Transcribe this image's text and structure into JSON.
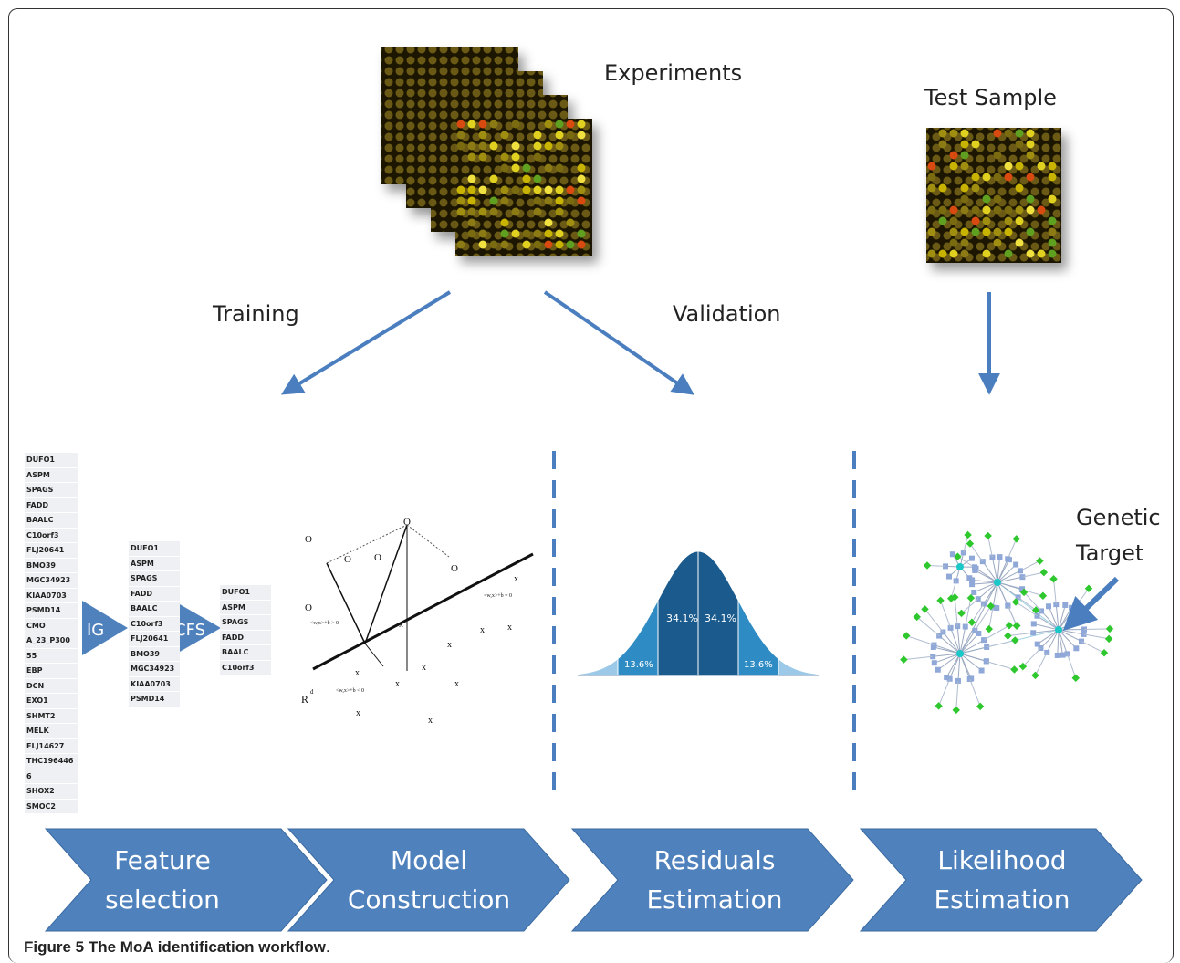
{
  "labels": {
    "experiments": "Experiments",
    "test_sample": "Test Sample",
    "training": "Training",
    "validation": "Validation",
    "genetic_target_1": "Genetic",
    "genetic_target_2": "Target"
  },
  "feature_list_full": [
    "DUFO1",
    "ASPM",
    "SPAGS",
    "FADD",
    "BAALC",
    "C10orf3",
    "FLJ20641",
    "BMO39",
    "MGC34923",
    "KIAA0703",
    "PSMD14",
    "CMO",
    "A_23_P300",
    "55",
    "EBP",
    "DCN",
    "EXO1",
    "SHMT2",
    "MELK",
    "FLJ14627",
    "THC196446",
    "6",
    "SHOX2",
    "SMOC2"
  ],
  "feature_list_ig": [
    "DUFO1",
    "ASPM",
    "SPAGS",
    "FADD",
    "BAALC",
    "C10orf3",
    "FLJ20641",
    "BMO39",
    "MGC34923",
    "KIAA0703",
    "PSMD14"
  ],
  "feature_list_cfs": [
    "DUFO1",
    "ASPM",
    "SPAGS",
    "FADD",
    "BAALC",
    "C10orf3"
  ],
  "filters": {
    "ig": "IG",
    "cfs": "CFS"
  },
  "svm_labels": {
    "r": "R",
    "d": "d",
    "pos": "<w,x>+b > 0",
    "neg": "<w,x>+b < 0",
    "zero": "<w,x>+b = 0"
  },
  "distribution": {
    "center_left": "34.1%",
    "center_right": "34.1%",
    "tail_left": "13.6%",
    "tail_right": "13.6%"
  },
  "steps": [
    {
      "line1": "Feature",
      "line2": "selection"
    },
    {
      "line1": "Model",
      "line2": "Construction"
    },
    {
      "line1": "Residuals",
      "line2": "Estimation"
    },
    {
      "line1": "Likelihood",
      "line2": "Estimation"
    }
  ],
  "caption": {
    "bold": "Figure 5 The MoA identification workflow",
    "rest": "."
  },
  "colors": {
    "arrow": "#4a7ebf",
    "chevron": "#4f81bd",
    "dist_dark": "#1a5a8c",
    "dist_mid": "#2e8bc4",
    "dist_light": "#9cc9e8"
  }
}
